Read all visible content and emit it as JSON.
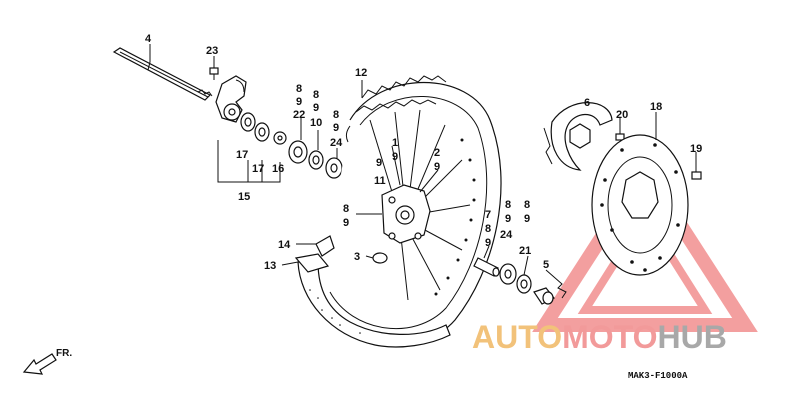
{
  "diagram": {
    "callouts": [
      {
        "id": "c4",
        "text": "4"
      },
      {
        "id": "c23",
        "text": "23"
      },
      {
        "id": "c17a",
        "text": "17"
      },
      {
        "id": "c17b",
        "text": "17"
      },
      {
        "id": "c16",
        "text": "16"
      },
      {
        "id": "c15",
        "text": "15"
      },
      {
        "id": "c8a",
        "text": "8"
      },
      {
        "id": "c9a",
        "text": "9"
      },
      {
        "id": "c22",
        "text": "22"
      },
      {
        "id": "c8b",
        "text": "8"
      },
      {
        "id": "c9b",
        "text": "9"
      },
      {
        "id": "c10",
        "text": "10"
      },
      {
        "id": "c8c",
        "text": "8"
      },
      {
        "id": "c9c",
        "text": "9"
      },
      {
        "id": "c24a",
        "text": "24"
      },
      {
        "id": "c12",
        "text": "12"
      },
      {
        "id": "c1",
        "text": "1"
      },
      {
        "id": "c9d",
        "text": "9"
      },
      {
        "id": "c9e",
        "text": "9"
      },
      {
        "id": "c11",
        "text": "11"
      },
      {
        "id": "c2",
        "text": "2"
      },
      {
        "id": "c9f",
        "text": "9"
      },
      {
        "id": "c8d",
        "text": "8"
      },
      {
        "id": "c9g",
        "text": "9"
      },
      {
        "id": "c3",
        "text": "3"
      },
      {
        "id": "c14",
        "text": "14"
      },
      {
        "id": "c13",
        "text": "13"
      },
      {
        "id": "c7",
        "text": "7"
      },
      {
        "id": "c8e",
        "text": "8"
      },
      {
        "id": "c9h",
        "text": "9"
      },
      {
        "id": "c8f",
        "text": "8"
      },
      {
        "id": "c9i",
        "text": "9"
      },
      {
        "id": "c24b",
        "text": "24"
      },
      {
        "id": "c8g",
        "text": "8"
      },
      {
        "id": "c9j",
        "text": "9"
      },
      {
        "id": "c21",
        "text": "21"
      },
      {
        "id": "c5",
        "text": "5"
      },
      {
        "id": "c6",
        "text": "6"
      },
      {
        "id": "c20",
        "text": "20"
      },
      {
        "id": "c18",
        "text": "18"
      },
      {
        "id": "c19",
        "text": "19"
      }
    ],
    "direction_label": "FR.",
    "diagram_code": "MAK3-F1000A"
  },
  "watermark": {
    "part1": "AUTO",
    "part2": "MOTO",
    "part3": "HUB",
    "colors": {
      "auto": "#f2c27a",
      "moto": "#f29a9a",
      "hub": "#a8a8a8",
      "triangle": "#f08080"
    }
  }
}
